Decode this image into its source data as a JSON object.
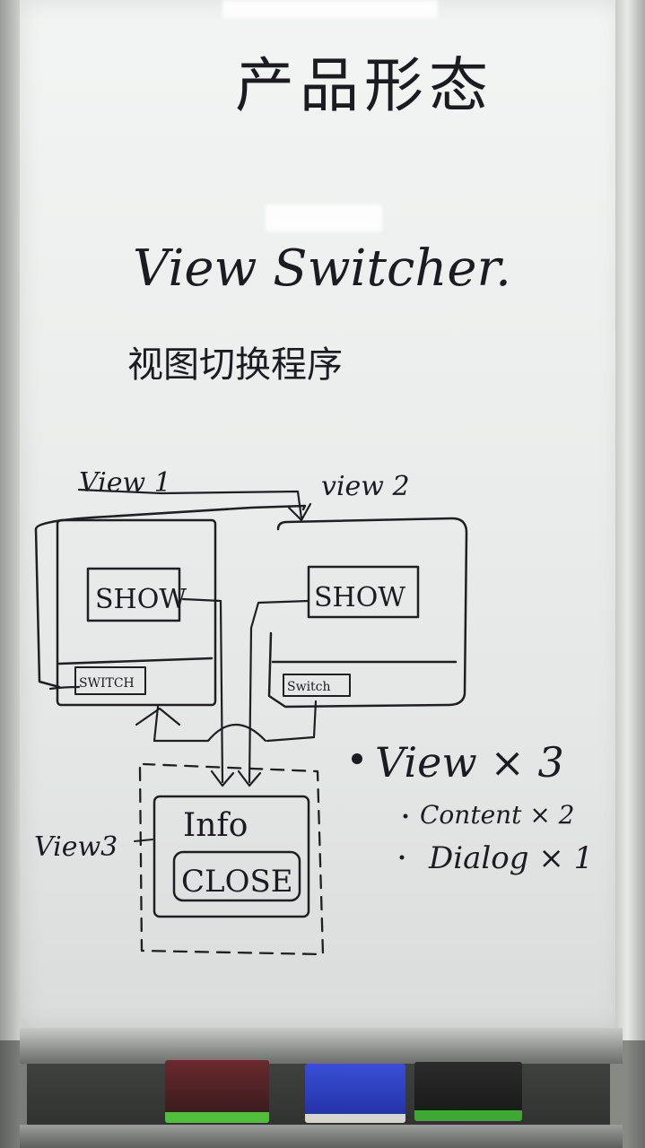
{
  "board": {
    "title_cn": "产品形态",
    "subtitle": "View Switcher.",
    "subtitle_cn": "视图切换程序"
  },
  "diagram": {
    "view1_label": "View 1",
    "view2_label": "view 2",
    "view3_label": "View3",
    "view1_button": "SHOW",
    "view1_switch": "SWITCH",
    "view2_button": "SHOW",
    "view2_switch": "Switch",
    "view3_title": "Info",
    "view3_button": "CLOSE"
  },
  "notes": {
    "main": "View × 3",
    "sub1": "Content × 2",
    "sub2": "Dialog × 1"
  },
  "colors": {
    "ink": "#1f1f22",
    "board": "#eceeed"
  }
}
